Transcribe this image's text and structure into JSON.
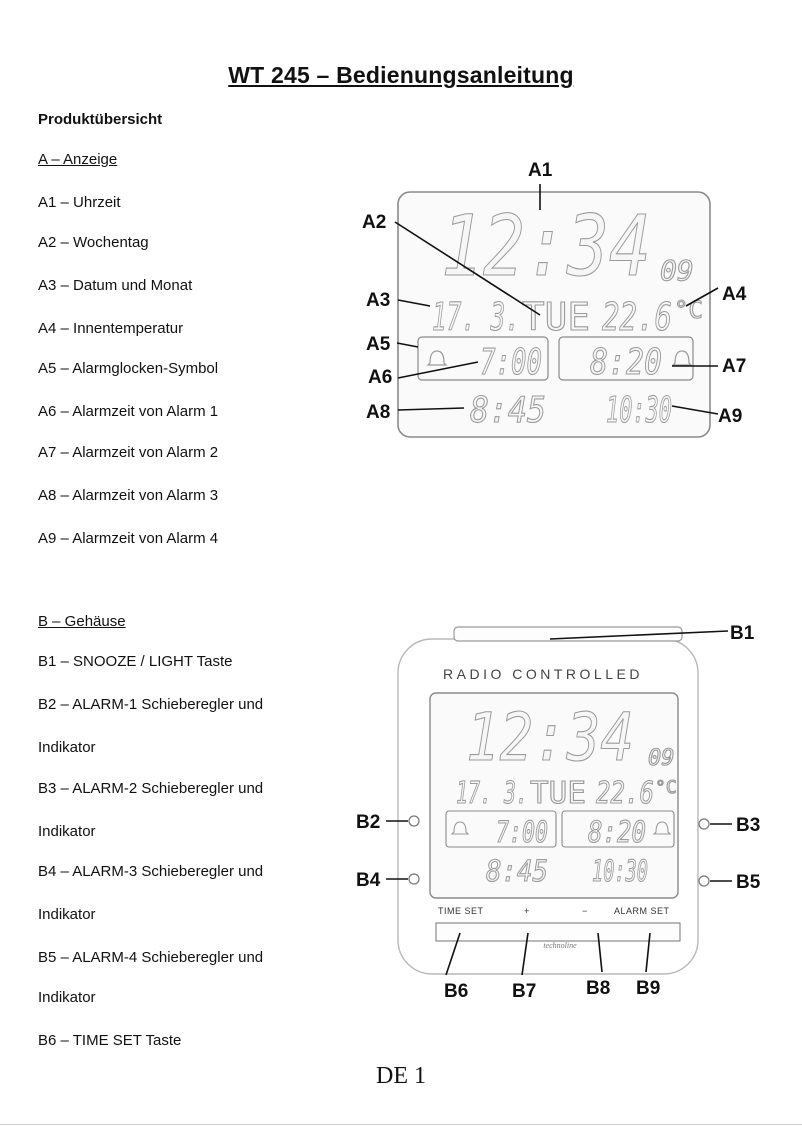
{
  "doc": {
    "title": "WT 245 – Bedienungsanleitung",
    "overview": "Produktübersicht",
    "sectionA": "A – Anzeige",
    "itemsA": [
      "A1 – Uhrzeit",
      "A2 – Wochentag",
      "A3 – Datum und Monat",
      "A4 – Innentemperatur",
      "A5 – Alarmglocken-Symbol",
      "A6 – Alarmzeit von Alarm 1",
      "A7 – Alarmzeit von Alarm 2",
      "A8 – Alarmzeit von Alarm 3",
      "A9 – Alarmzeit von Alarm 4"
    ],
    "sectionB": "B – Gehäuse",
    "itemsB": [
      "B1 – SNOOZE / LIGHT Taste",
      "B2 – ALARM-1 Schieberegler und",
      "Indikator",
      "B3 – ALARM-2 Schieberegler und",
      "Indikator",
      "B4 – ALARM-3 Schieberegler und",
      "Indikator",
      "B5 – ALARM-4 Schieberegler und",
      "Indikator",
      "B6 – TIME SET Taste"
    ],
    "page": "DE 1"
  },
  "display": {
    "time": "12:34",
    "seconds": "09",
    "date": "17. 3.",
    "weekday": "TUE",
    "temperature": "22.6",
    "temp_unit": "°C",
    "alarm1": "7:00",
    "alarm2": "8:20",
    "alarm3": "8:45",
    "alarm4": "10:30"
  },
  "labels": {
    "a": [
      "A1",
      "A2",
      "A3",
      "A4",
      "A5",
      "A6",
      "A7",
      "A8",
      "A9"
    ],
    "b": [
      "B1",
      "B2",
      "B3",
      "B4",
      "B5",
      "B6",
      "B7",
      "B8",
      "B9"
    ]
  },
  "housing": {
    "brand_text": "RADIO CONTROLLED",
    "btn_time_set": "TIME SET",
    "btn_plus": "+",
    "btn_minus": "−",
    "btn_alarm_set": "ALARM SET",
    "logo": "technoline"
  }
}
